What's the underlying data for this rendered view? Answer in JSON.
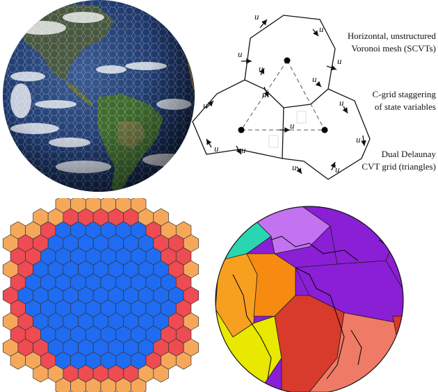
{
  "mesh_diagram": {
    "annotations": {
      "scvt_line1": "Horizontal, unstructured",
      "scvt_line2": "Voronoi mesh (SCVTs)",
      "cgrid_line1": "C-grid staggering",
      "cgrid_line2": "of state variables",
      "delaunay_line1": "Dual Delaunay",
      "delaunay_line2": "CVT grid (triangles)"
    },
    "velocity_symbol": "u"
  },
  "colors": {
    "ocean": "#1f3a6e",
    "hex_inner": "#1f6cf2",
    "hex_middle": "#ee4b52",
    "hex_outer": "#f6a85a",
    "partition_purple": "#8a1fd6",
    "partition_violet": "#c372f0",
    "partition_orange": "#f7a020",
    "partition_yellow": "#e8e800",
    "partition_red": "#d83a2c",
    "partition_salmon": "#ef7a66",
    "partition_green": "#5fe05a",
    "partition_teal": "#29d6b0"
  }
}
